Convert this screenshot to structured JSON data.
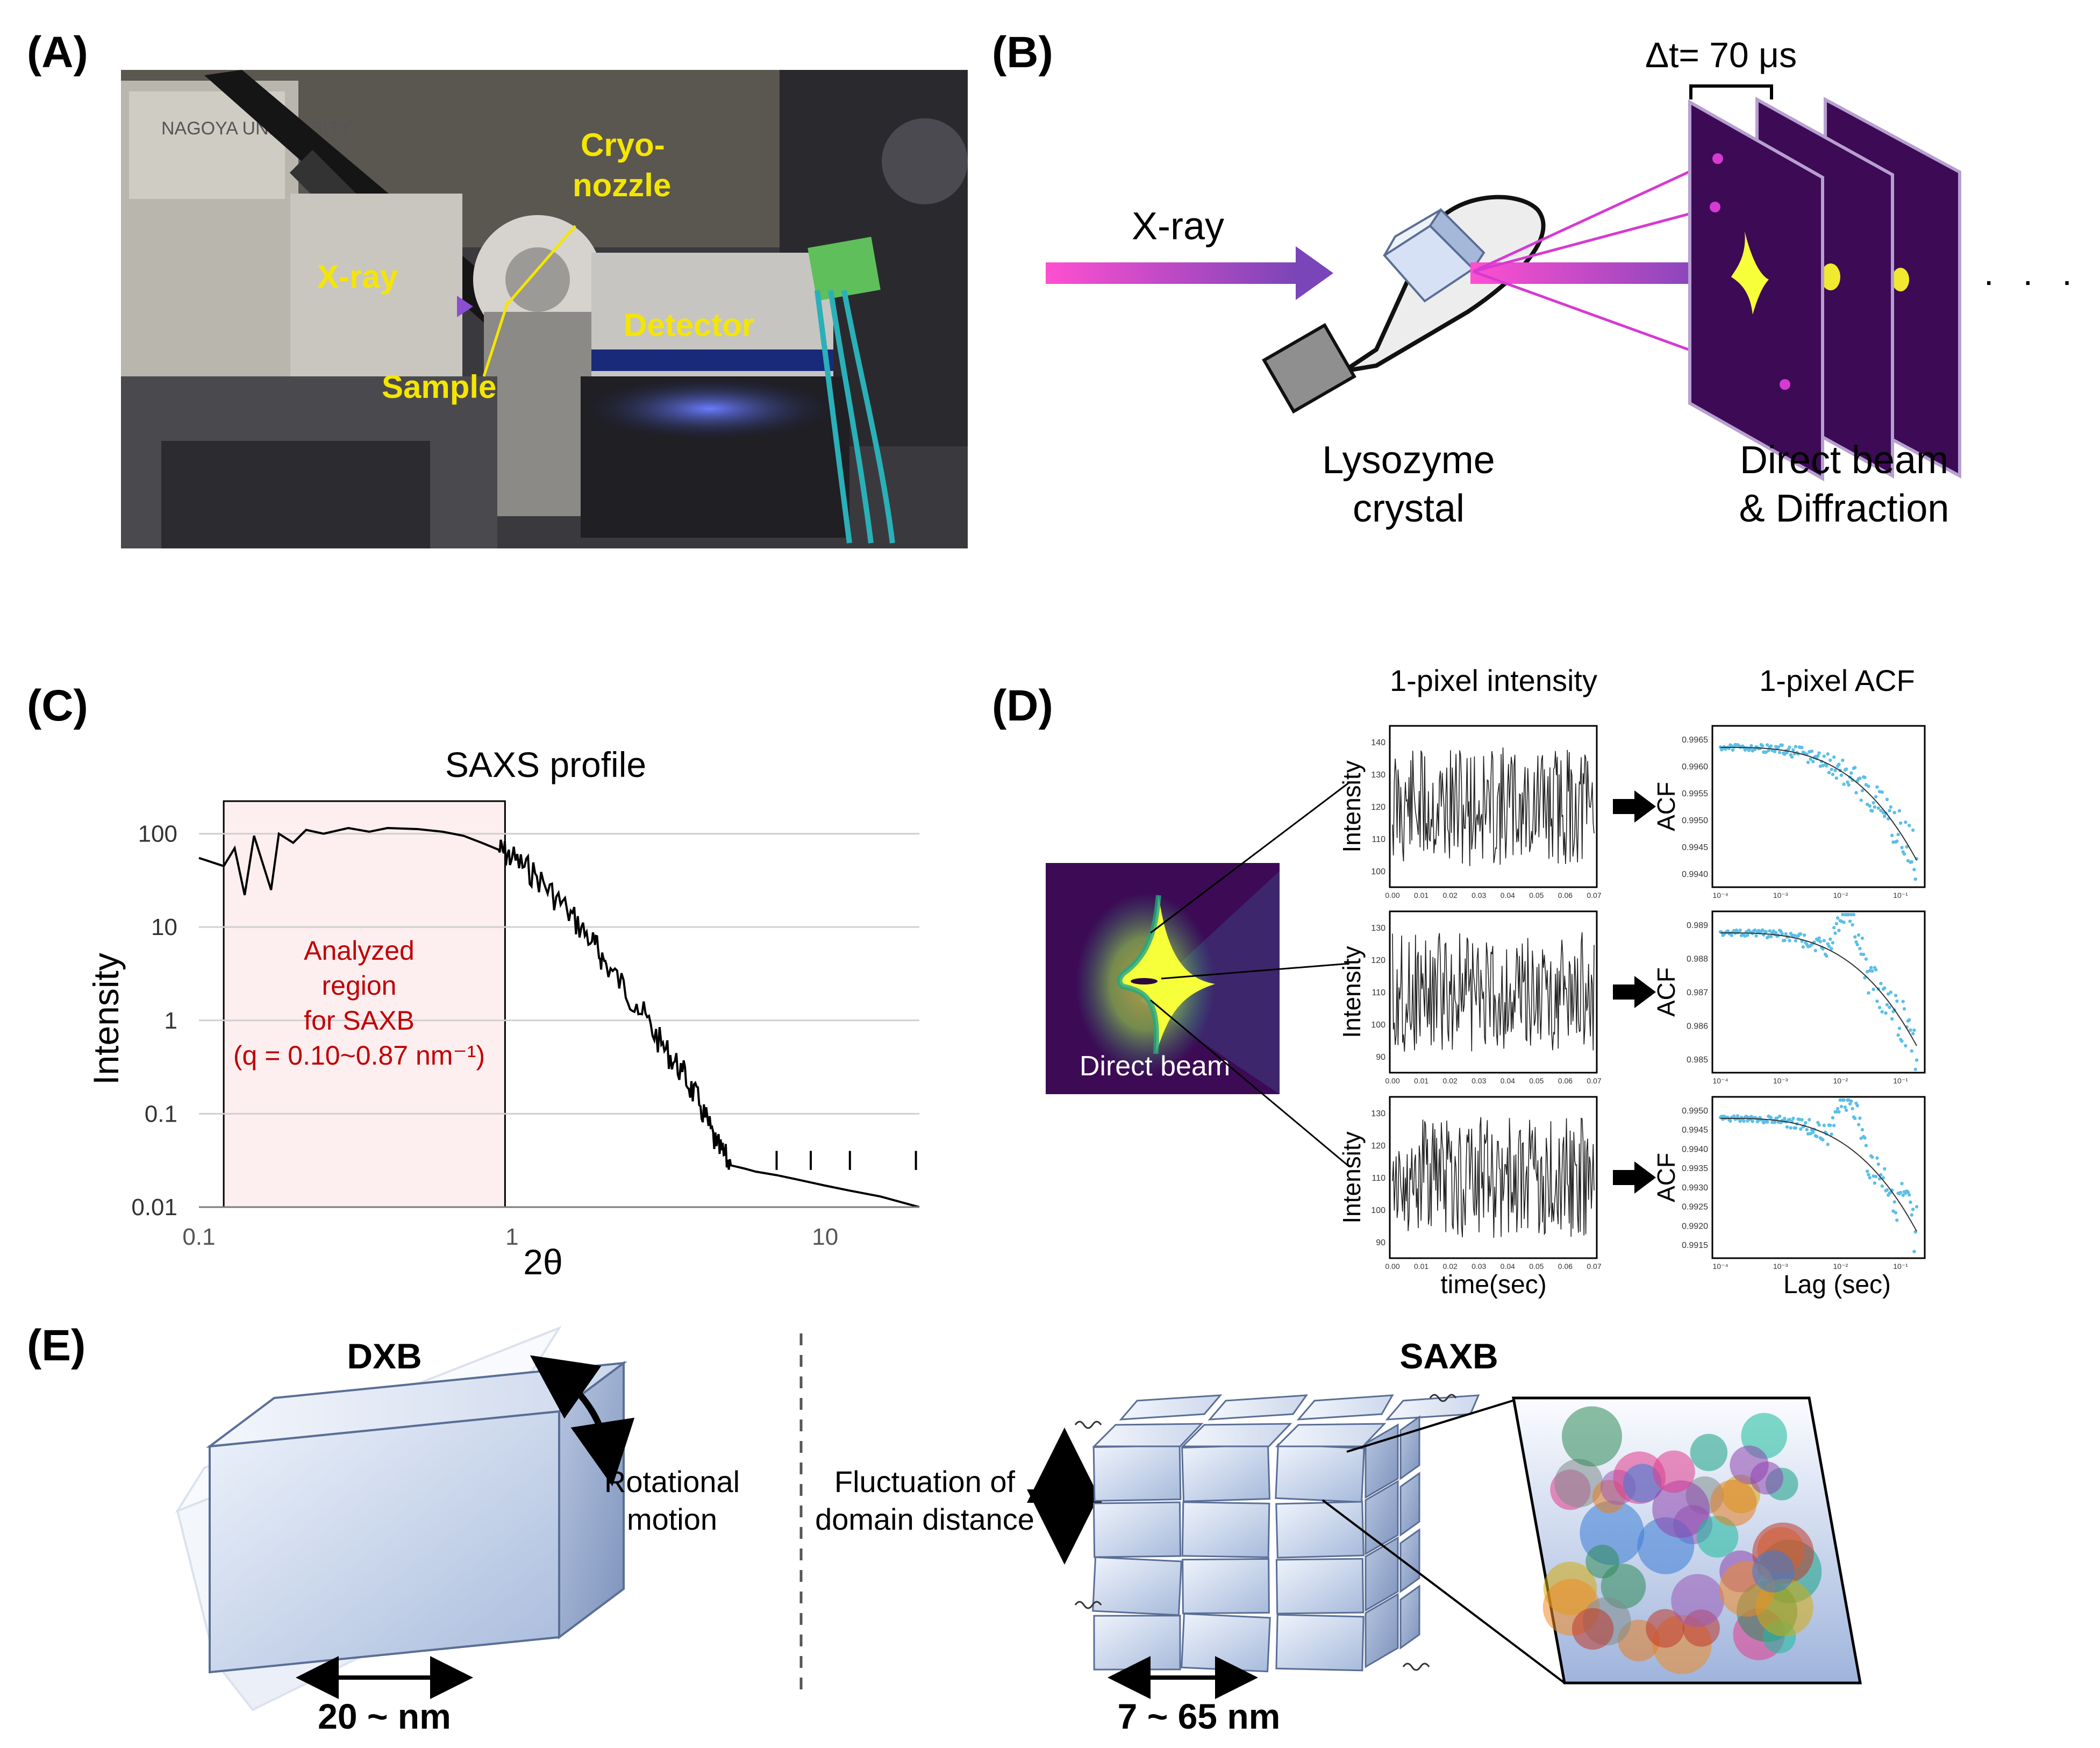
{
  "panels": {
    "a": {
      "label": "(A)",
      "photo_labels": {
        "cryo_line1": "Cryo-",
        "cryo_line2": "nozzle",
        "xray": "X-ray",
        "sample": "Sample",
        "detector": "Detector",
        "sign_text": "NAGOYA UNIVERSITY"
      }
    },
    "b": {
      "label": "(B)",
      "dt": "Δt= 70 μs",
      "xray": "X-ray",
      "crystal_line1": "Lysozyme",
      "crystal_line2": "crystal",
      "det_line1": "Direct beam",
      "det_line2": "& Diffraction",
      "ellipsis": ". . ."
    },
    "c": {
      "label": "(C)",
      "region_line1": "Analyzed",
      "region_line2": "region",
      "region_line3": "for SAXB",
      "region_line4": "(q = 0.10~0.87 nm⁻¹)"
    },
    "d": {
      "label": "(D)",
      "col1_title": "1-pixel intensity",
      "col2_title": "1-pixel ACF",
      "direct_beam": "Direct beam",
      "ylabel_int": "Intensity",
      "ylabel_acf": "ACF",
      "xlabel_time": "time(sec)",
      "xlabel_lag": "Lag (sec)",
      "time_ticks": [
        "0.00",
        "0.01",
        "0.02",
        "0.03",
        "0.04",
        "0.05",
        "0.06",
        "0.07"
      ],
      "int_yticks": [
        [
          "140",
          "130",
          "120",
          "110",
          "100"
        ],
        [
          "130",
          "120",
          "110",
          "100",
          "90"
        ],
        [
          "130",
          "120",
          "110",
          "100",
          "90"
        ]
      ],
      "acf_yticks": [
        [
          "0.9965",
          "0.9960",
          "0.9955",
          "0.9950",
          "0.9945",
          "0.9940"
        ],
        [
          "0.989",
          "0.988",
          "0.987",
          "0.986",
          "0.985"
        ],
        [
          "0.9950",
          "0.9945",
          "0.9940",
          "0.9935",
          "0.9930",
          "0.9925",
          "0.9920",
          "0.9915"
        ]
      ],
      "lag_ticks": [
        "10⁻⁴",
        "10⁻³",
        "10⁻²",
        "10⁻¹"
      ]
    },
    "e": {
      "label": "(E)",
      "dxb_title": "DXB",
      "rot_line1": "Rotational",
      "rot_line2": "motion",
      "dxb_size": "20 ~ nm",
      "saxb_title": "SAXB",
      "fluct_line1": "Fluctuation of",
      "fluct_line2": "domain distance",
      "saxb_size": "7 ~ 65 nm"
    }
  },
  "chart_data": {
    "type": "line",
    "title": "SAXS profile",
    "xlabel": "2θ",
    "ylabel": "Intensity",
    "x_scale": "log",
    "y_scale": "log",
    "xlim": [
      0.1,
      20
    ],
    "ylim": [
      0.01,
      150
    ],
    "x_ticks": [
      "0.1",
      "1",
      "10"
    ],
    "y_ticks": [
      "100",
      "10",
      "1",
      "0.1",
      "0.01"
    ],
    "grid": "horizontal",
    "highlight_region_x": [
      0.12,
      0.95
    ],
    "series": [
      {
        "x": [
          0.1,
          0.12,
          0.13,
          0.14,
          0.15,
          0.17,
          0.18,
          0.2,
          0.22,
          0.25,
          0.3,
          0.35,
          0.4,
          0.5,
          0.6,
          0.7,
          0.8,
          0.9,
          1.0,
          1.2,
          1.5,
          1.8,
          2.0,
          2.5,
          3.0,
          3.5,
          4.0,
          4.5,
          5.0,
          5.5,
          6.0,
          7.0,
          8.0,
          10.0,
          12.0,
          15.0,
          18.0,
          20.0
        ],
        "y": [
          55,
          45,
          70,
          22,
          95,
          25,
          100,
          80,
          110,
          100,
          115,
          105,
          115,
          112,
          105,
          95,
          80,
          68,
          55,
          35,
          15,
          7,
          4,
          1.5,
          0.55,
          0.28,
          0.12,
          0.045,
          0.028,
          0.026,
          0.024,
          0.022,
          0.02,
          0.017,
          0.015,
          0.013,
          0.011,
          0.01
        ]
      }
    ]
  }
}
